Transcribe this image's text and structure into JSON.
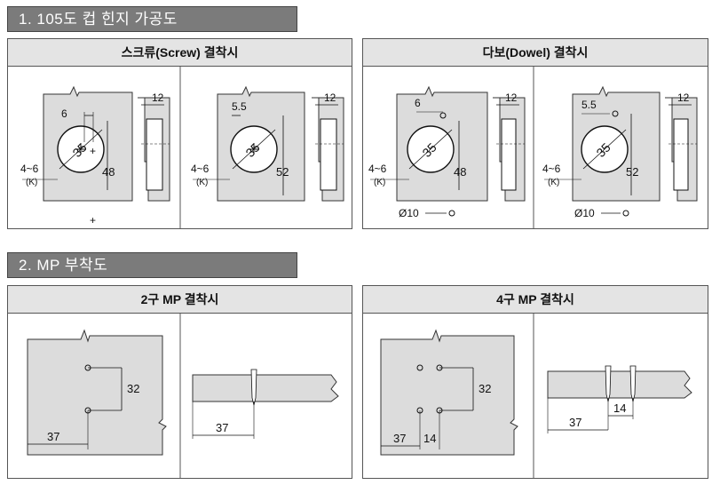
{
  "sections": [
    {
      "title": "1. 105도 컵 힌지 가공도"
    },
    {
      "title": "2. MP 부착도"
    }
  ],
  "panels": {
    "screw": {
      "title": "스크류(Screw) 결착시",
      "a": {
        "offset": "6",
        "diameter": "35",
        "height": "48",
        "edge": "4~6",
        "edge_note": "(K)",
        "depth": "12"
      },
      "b": {
        "offset": "5.5",
        "diameter": "35",
        "height": "52",
        "edge": "4~6",
        "edge_note": "(K)",
        "depth": "12"
      }
    },
    "dowel": {
      "title": "다보(Dowel) 결착시",
      "a": {
        "offset": "6",
        "diameter": "35",
        "height": "48",
        "edge": "4~6",
        "edge_note": "(K)",
        "depth": "12",
        "hole": "Ø10"
      },
      "b": {
        "offset": "5.5",
        "diameter": "35",
        "height": "52",
        "edge": "4~6",
        "edge_note": "(K)",
        "depth": "12",
        "hole": "Ø10"
      }
    },
    "mp2": {
      "title": "2구 MP 결착시",
      "spacing": "32",
      "edge": "37"
    },
    "mp4": {
      "title": "4구 MP 결착시",
      "spacing": "32",
      "edge": "37",
      "pitch": "14"
    }
  }
}
